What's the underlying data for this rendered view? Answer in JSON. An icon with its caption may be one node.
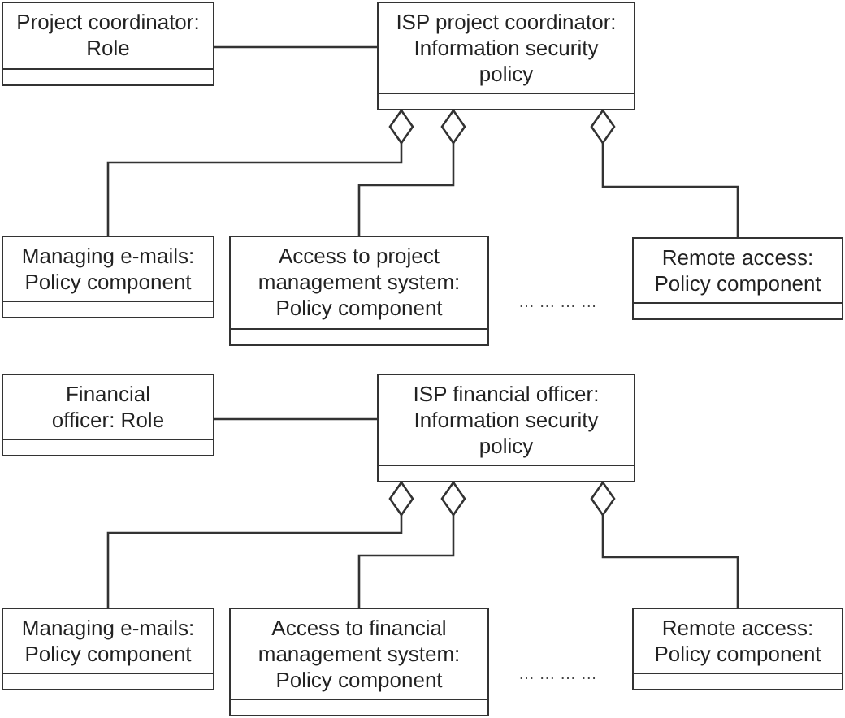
{
  "diagram": {
    "nodes": [
      {
        "text": [
          "Project coordinator: Role"
        ]
      },
      {
        "text": [
          "ISP project coordinator: Information security policy"
        ]
      },
      {
        "text": [
          "Managing e-mails: Policy component"
        ]
      },
      {
        "text": [
          "Access to project management system: Policy component"
        ]
      },
      {
        "text": [
          "Remote access: Policy component"
        ]
      },
      {
        "text": [
          "Financial officer: Role"
        ]
      },
      {
        "text": [
          "ISP financial officer: Information security policy"
        ]
      },
      {
        "text": [
          "Managing e-mails: Policy component"
        ]
      },
      {
        "text": [
          "Access to financial management system: Policy component"
        ]
      },
      {
        "text": [
          "Remote access: Policy component"
        ]
      }
    ],
    "edges": [
      {
        "from": 0,
        "to": 1,
        "arrow": "none"
      },
      {
        "from": 1,
        "to": 2,
        "arrow": "other"
      },
      {
        "from": 1,
        "to": 3,
        "arrow": "other"
      },
      {
        "from": 1,
        "to": 4,
        "arrow": "other"
      },
      {
        "from": 5,
        "to": 6,
        "arrow": "none"
      },
      {
        "from": 6,
        "to": 7,
        "arrow": "other"
      },
      {
        "from": 6,
        "to": 8,
        "arrow": "other"
      },
      {
        "from": 6,
        "to": 9,
        "arrow": "other"
      }
    ],
    "labels": [
      "… … … …",
      "… … … …"
    ]
  }
}
